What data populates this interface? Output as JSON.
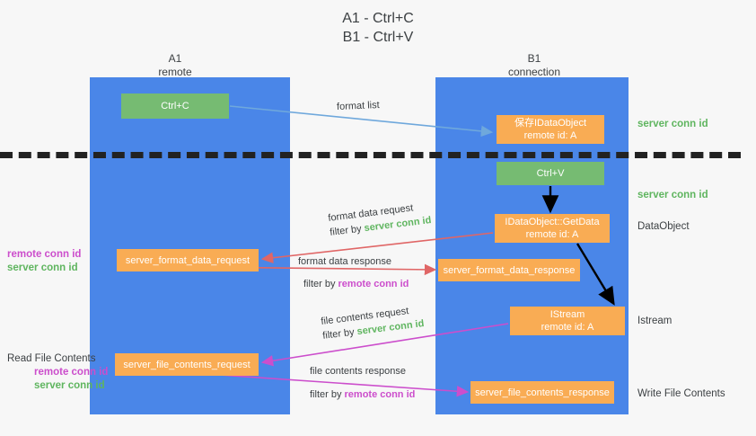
{
  "title": {
    "line1": "A1 - Ctrl+C",
    "line2": "B1 - Ctrl+V"
  },
  "columns": {
    "left": {
      "name": "A1",
      "role": "remote"
    },
    "right": {
      "name": "B1",
      "role": "connection"
    }
  },
  "nodes": {
    "ctrl_c": {
      "line1": "Ctrl+C",
      "line2": "",
      "color": "#76bb72"
    },
    "save_idataobj": {
      "line1": "保存IDataObject",
      "line2": "remote id: A",
      "color": "#f9ac54"
    },
    "ctrl_v": {
      "line1": "Ctrl+V",
      "line2": "",
      "color": "#76bb72"
    },
    "getdata": {
      "line1": "IDataObject::GetData",
      "line2": "remote id: A",
      "color": "#f9ac54"
    },
    "format_data_request": {
      "line1": "server_format_data_request",
      "line2": "",
      "color": "#f9ac54"
    },
    "format_data_response": {
      "line1": "server_format_data_response",
      "line2": "",
      "color": "#f9ac54"
    },
    "istream": {
      "line1": "IStream",
      "line2": "remote id: A",
      "color": "#f9ac54"
    },
    "file_contents_request": {
      "line1": "server_file_contents_request",
      "line2": "",
      "color": "#f9ac54"
    },
    "file_contents_response": {
      "line1": "server_file_contents_response",
      "line2": "",
      "color": "#f9ac54"
    }
  },
  "edges": {
    "format_list": {
      "label": "format list"
    },
    "format_data_request": {
      "label": "format data request",
      "filter_prefix": "filter by ",
      "filter_value": "server conn id"
    },
    "format_data_response": {
      "label": "format data response",
      "filter_prefix": "filter by ",
      "filter_value": "remote conn id"
    },
    "file_contents_request": {
      "label": "file contents request",
      "filter_prefix": "filter by ",
      "filter_value": "server conn id"
    },
    "file_contents_response": {
      "label": "file contents response",
      "filter_prefix": "filter by ",
      "filter_value": "remote conn id"
    }
  },
  "side_labels": {
    "server_conn_id_top": "server conn id",
    "server_conn_id_mid": "server conn id",
    "dataobject": "DataObject",
    "istream": "Istream",
    "write_file_contents": "Write File Contents",
    "left_remote_conn_id": "remote conn id",
    "left_server_conn_id": "server conn id",
    "read_file_contents": "Read File Contents",
    "read_remote_conn_id": "remote conn id",
    "read_server_conn_id": "server conn id"
  },
  "colors": {
    "lane": "#4a86e8",
    "orange": "#f9ac54",
    "green_box": "#76bb72",
    "green_text": "#5fb55f",
    "purple_text": "#cc4ecc",
    "arrow_blue": "#6fa8dc",
    "arrow_red": "#e06666",
    "arrow_magenta": "#cc4ecc",
    "arrow_black": "#000000",
    "background": "#f7f7f7"
  }
}
